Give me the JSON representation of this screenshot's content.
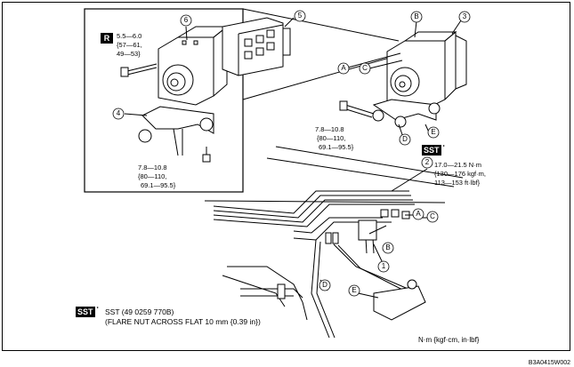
{
  "torque_r": {
    "badge": "R",
    "line1": "5.5—6.0",
    "line2": "{57—61,",
    "line3": "49—53}"
  },
  "torque_inset_bottom": {
    "line1": "7.8—10.8",
    "line2": "{80—110,",
    "line3": "69.1—95.5}"
  },
  "torque_right": {
    "line1": "7.8—10.8",
    "line2": "{80—110,",
    "line3": "69.1—95.5}"
  },
  "torque_sst": {
    "badge": "SST",
    "mark": "*",
    "line1": "17.0—21.5 N·m",
    "line2": "{130—176 kgf·m,",
    "line3": "113—153 ft·lbf}"
  },
  "callouts": {
    "n1": "1",
    "n2": "2",
    "n3": "3",
    "n4": "4",
    "n5": "5",
    "n6": "6",
    "a1": "A",
    "a2": "A",
    "b1": "B",
    "b2": "B",
    "c1": "C",
    "c2": "C",
    "d1": "D",
    "d2": "D",
    "e1": "E",
    "e2": "E"
  },
  "footnote": {
    "badge": "SST",
    "mark": "*",
    "line1": "SST (49 0259 770B)",
    "line2": "(FLARE NUT ACROSS FLAT 10 mm {0.39 in})"
  },
  "units": "N·m {kgf·cm, in·lbf}",
  "figure_code": "B3A0415W002"
}
